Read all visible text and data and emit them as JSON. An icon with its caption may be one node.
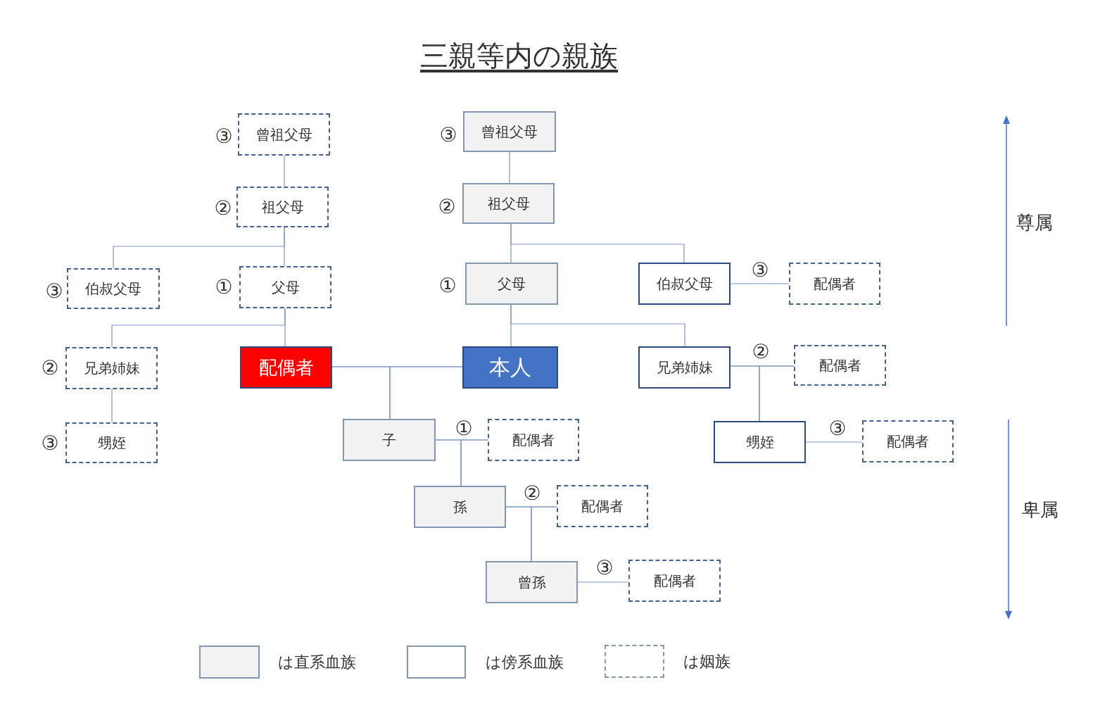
{
  "diagram": {
    "title": "三親等内の親族",
    "nodes": [
      {
        "text": [
          "曾祖父母"
        ],
        "beside": [
          "③"
        ]
      },
      {
        "text": [
          "曾祖父母"
        ],
        "beside": [
          "③"
        ]
      },
      {
        "text": [
          "祖父母"
        ],
        "beside": [
          "②"
        ]
      },
      {
        "text": [
          "祖父母"
        ],
        "beside": [
          "②"
        ]
      },
      {
        "text": [
          "伯叔父母"
        ],
        "beside": [
          "③"
        ]
      },
      {
        "text": [
          "父母"
        ],
        "beside": [
          "①"
        ]
      },
      {
        "text": [
          "父母"
        ],
        "beside": [
          "①"
        ]
      },
      {
        "text": [
          "伯叔父母"
        ]
      },
      {
        "text": [
          "配偶者"
        ],
        "beside": [
          "③"
        ]
      },
      {
        "text": [
          "兄弟姉妹"
        ],
        "beside": [
          "②"
        ]
      },
      {
        "text": [
          "配偶者"
        ]
      },
      {
        "text": [
          "本人"
        ]
      },
      {
        "text": [
          "兄弟姉妹"
        ]
      },
      {
        "text": [
          "配偶者"
        ],
        "beside": [
          "②"
        ]
      },
      {
        "text": [
          "甥姪"
        ],
        "beside": [
          "③"
        ]
      },
      {
        "text": [
          "子"
        ]
      },
      {
        "text": [
          "配偶者"
        ],
        "beside": [
          "①"
        ]
      },
      {
        "text": [
          "甥姪"
        ]
      },
      {
        "text": [
          "配偶者"
        ],
        "beside": [
          "③"
        ]
      },
      {
        "text": [
          "孫"
        ]
      },
      {
        "text": [
          "配偶者"
        ],
        "beside": [
          "②"
        ]
      },
      {
        "text": [
          "曾孫"
        ]
      },
      {
        "text": [
          "配偶者"
        ],
        "beside": [
          "③"
        ]
      }
    ],
    "edges": [
      {
        "from": 0,
        "to": 2,
        "arrow": "none"
      },
      {
        "from": 1,
        "to": 3,
        "arrow": "none"
      },
      {
        "from": 2,
        "to": 4,
        "arrow": "none"
      },
      {
        "from": 2,
        "to": 5,
        "arrow": "none"
      },
      {
        "from": 3,
        "to": 6,
        "arrow": "none"
      },
      {
        "from": 3,
        "to": 7,
        "arrow": "none"
      },
      {
        "from": 5,
        "to": 9,
        "arrow": "none"
      },
      {
        "from": 5,
        "to": 10,
        "arrow": "none"
      },
      {
        "from": 6,
        "to": 11,
        "arrow": "none"
      },
      {
        "from": 6,
        "to": 12,
        "arrow": "none"
      },
      {
        "from": 7,
        "to": 8,
        "arrow": "none"
      },
      {
        "from": 9,
        "to": 14,
        "arrow": "none"
      },
      {
        "from": 10,
        "to": 11,
        "arrow": "none"
      },
      {
        "from": 10,
        "to": 15,
        "arrow": "none"
      },
      {
        "from": 11,
        "to": 15,
        "arrow": "none"
      },
      {
        "from": 12,
        "to": 13,
        "arrow": "none"
      },
      {
        "from": 12,
        "to": 17,
        "arrow": "none"
      },
      {
        "from": 13,
        "to": 17,
        "arrow": "none"
      },
      {
        "from": 15,
        "to": 16,
        "arrow": "none"
      },
      {
        "from": 15,
        "to": 19,
        "arrow": "none"
      },
      {
        "from": 16,
        "to": 19,
        "arrow": "none"
      },
      {
        "from": 17,
        "to": 18,
        "arrow": "none"
      },
      {
        "from": 19,
        "to": 20,
        "arrow": "none"
      },
      {
        "from": 19,
        "to": 21,
        "arrow": "none"
      },
      {
        "from": 20,
        "to": 21,
        "arrow": "none"
      },
      {
        "from": 21,
        "to": 22,
        "arrow": "none"
      }
    ],
    "labels": [
      "尊属",
      "卑属"
    ],
    "legend": [
      {
        "text": "は直系血族",
        "color": "#f2f2f2"
      },
      {
        "text": "は傍系血族",
        "color": "#ffffff"
      },
      {
        "text": "は姻族"
      }
    ]
  }
}
